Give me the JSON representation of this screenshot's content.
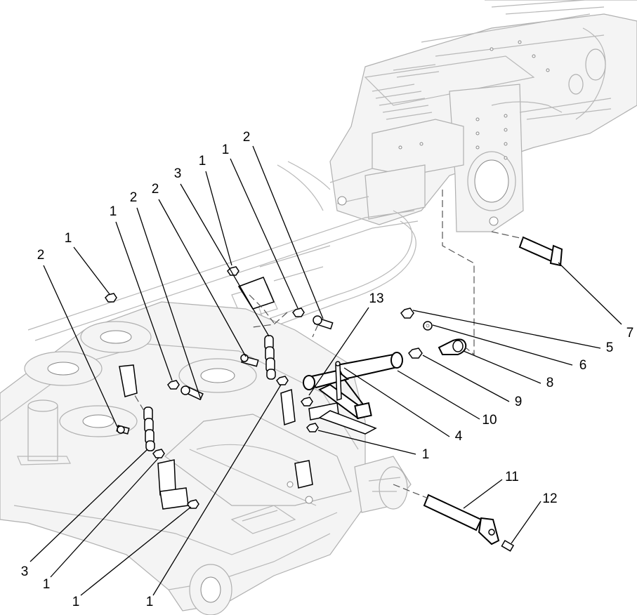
{
  "callouts": [
    {
      "id": "c1a",
      "label": "1"
    },
    {
      "id": "c2a",
      "label": "2"
    },
    {
      "id": "c1b",
      "label": "1"
    },
    {
      "id": "c2b",
      "label": "2"
    },
    {
      "id": "c2c",
      "label": "2"
    },
    {
      "id": "c3a",
      "label": "3"
    },
    {
      "id": "c1c",
      "label": "1"
    },
    {
      "id": "c1d",
      "label": "1"
    },
    {
      "id": "c2d",
      "label": "2"
    },
    {
      "id": "c13",
      "label": "13"
    },
    {
      "id": "c7",
      "label": "7"
    },
    {
      "id": "c5",
      "label": "5"
    },
    {
      "id": "c6",
      "label": "6"
    },
    {
      "id": "c8",
      "label": "8"
    },
    {
      "id": "c9",
      "label": "9"
    },
    {
      "id": "c10",
      "label": "10"
    },
    {
      "id": "c4",
      "label": "4"
    },
    {
      "id": "c1e",
      "label": "1"
    },
    {
      "id": "c11",
      "label": "11"
    },
    {
      "id": "c12",
      "label": "12"
    },
    {
      "id": "c3b",
      "label": "3"
    },
    {
      "id": "c1f",
      "label": "1"
    },
    {
      "id": "c1g",
      "label": "1"
    },
    {
      "id": "c1h",
      "label": "1"
    }
  ]
}
